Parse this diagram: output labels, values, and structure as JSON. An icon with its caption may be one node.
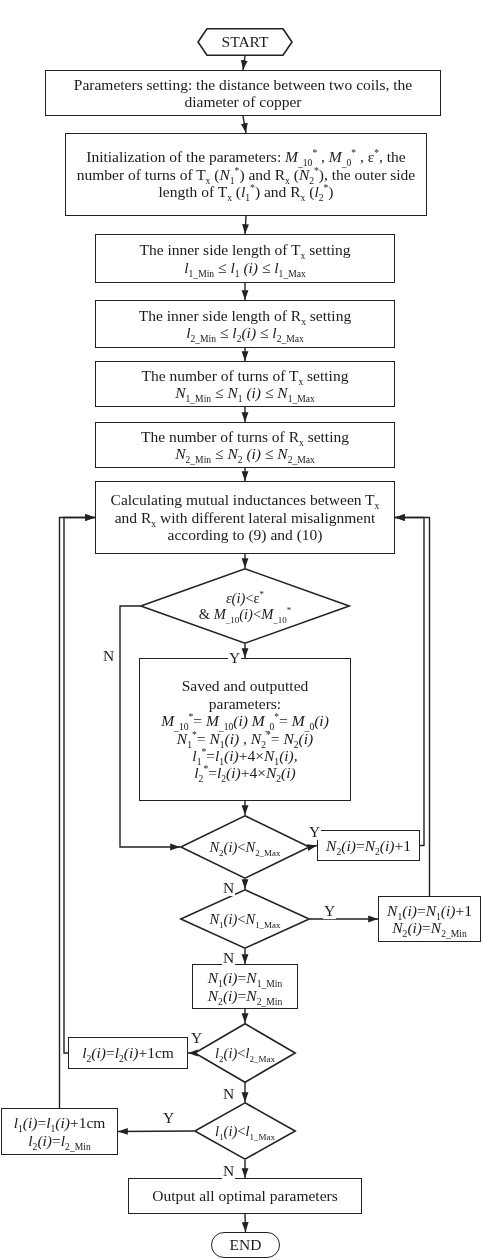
{
  "diagram": {
    "nodes": [
      {
        "text": [
          "START"
        ]
      },
      {
        "text": [
          "Parameters setting: the distance between two coils, the diameter of copper"
        ]
      },
      {
        "text": [
          "Initialization of the parameters: *M*$_{_10}$$^{*}$ , *M*$_{_0}$$^{*}$ , ε$^{*}$, the number of turns of T$_{x}$ (*N*$_{1}$$^{*}$) and R$_{x}$ (*N*$_{2}$$^{*}$), the outer side length of T$_{x}$ (*l*$_{1}$$^{*}$) and R$_{x}$ (*l*$_{2}$$^{*}$)"
        ]
      },
      {
        "text": [
          "The inner side length of T$_{x}$ setting",
          "*l*$_{1_Min}$ ≤ *l*$_{1}$ *(i)* ≤ *l*$_{1_Max}$"
        ]
      },
      {
        "text": [
          "The inner side length of R$_{x}$ setting",
          "*l*$_{2_Min}$ ≤ *l*$_{2}$*(i)* ≤ *l*$_{2_Max}$"
        ]
      },
      {
        "text": [
          "The number of turns of T$_{x}$ setting",
          "*N*$_{1_Min}$ ≤ *N*$_{1}$ *(i)* ≤ *N*$_{1_Max}$"
        ]
      },
      {
        "text": [
          "The number of turns of R$_{x}$ setting",
          "*N*$_{2_Min}$ ≤ *N*$_{2}$ *(i)* ≤ *N*$_{2_Max}$"
        ]
      },
      {
        "text": [
          "Calculating mutual inductances between T$_{x}$ and R$_{x}$ with different lateral misalignment according to (9) and (10)"
        ]
      },
      {
        "text": [
          "*ε(i)*<ε$^{*}$",
          "& *M*$_{_10}$*(i)*<*M*$_{_10}$$^{*}$"
        ]
      },
      {
        "text": [
          "Saved and outputted parameters:",
          "*M*$_{_10}$$^{*}$= *M*$_{_10}$*(i)* *M*$_{_0}$$^{*}$= *M*$_{_0}$*(i)*",
          "*N*$_{1}$$^{*}$= *N*$_{1}$*(i)* , *N*$_{2}$$^{*}$= *N*$_{2}$*(i)*",
          "*l*$_{1}$$^{*}$=*l*$_{1}$*(i)*+4×*N*$_{1}$*(i)*, *l*$_{2}$$^{*}$=*l*$_{2}$*(i)*+4×*N*$_{2}$*(i)*"
        ]
      },
      {
        "text": [
          "*N*$_{2}$*(i)*<*N*$_{2_Max}$"
        ]
      },
      {
        "text": [
          "*N*$_{2}$*(i)*=*N*$_{2}$*(i)*+1"
        ]
      },
      {
        "text": [
          "*N*$_{1}$*(i)*<*N*$_{1_Max}$"
        ]
      },
      {
        "text": [
          "*N*$_{1}$*(i)*=*N*$_{1}$*(i)*+1",
          "*N*$_{2}$*(i)*=*N*$_{2_Min}$"
        ]
      },
      {
        "text": [
          "*N*$_{1}$*(i)*=*N*$_{1_Min}$",
          "*N*$_{2}$*(i)*=*N*$_{2_Min}$"
        ]
      },
      {
        "text": [
          "*l*$_{2}$*(i)*<*l*$_{2_Max}$"
        ]
      },
      {
        "text": [
          "*l*$_{2}$*(i)*=*l*$_{2}$*(i)*+1cm"
        ]
      },
      {
        "text": [
          "*l*$_{1}$*(i)*<*l*$_{1_Max}$"
        ]
      },
      {
        "text": [
          "*l*$_{1}$*(i)*=*l*$_{1}$*(i)*+1cm",
          "*l*$_{2}$*(i)*=*l*$_{2_Min}$"
        ]
      },
      {
        "text": [
          "Output all optimal parameters"
        ]
      },
      {
        "text": [
          "END"
        ]
      }
    ],
    "edges": [
      {
        "from": 0,
        "to": 1,
        "arrow": "to"
      },
      {
        "from": 1,
        "to": 2,
        "arrow": "to"
      },
      {
        "from": 2,
        "to": 3,
        "arrow": "to"
      },
      {
        "from": 3,
        "to": 4,
        "arrow": "to"
      },
      {
        "from": 4,
        "to": 5,
        "arrow": "to"
      },
      {
        "from": 5,
        "to": 6,
        "arrow": "to"
      },
      {
        "from": 6,
        "to": 7,
        "arrow": "to"
      },
      {
        "from": 7,
        "to": 8,
        "arrow": "to"
      },
      {
        "from": 8,
        "to": 9,
        "arrow": "to",
        "label": "Y"
      },
      {
        "from": 8,
        "to": 10,
        "arrow": "to",
        "label": "N"
      },
      {
        "from": 9,
        "to": 10,
        "arrow": "to"
      },
      {
        "from": 10,
        "to": 11,
        "arrow": "to",
        "label": "Y"
      },
      {
        "from": 11,
        "to": 7,
        "arrow": "to"
      },
      {
        "from": 10,
        "to": 12,
        "arrow": "to",
        "label": "N"
      },
      {
        "from": 12,
        "to": 13,
        "arrow": "to",
        "label": "Y"
      },
      {
        "from": 13,
        "to": 7,
        "arrow": "to"
      },
      {
        "from": 12,
        "to": 14,
        "arrow": "to",
        "label": "N"
      },
      {
        "from": 14,
        "to": 15,
        "arrow": "to"
      },
      {
        "from": 15,
        "to": 16,
        "arrow": "to",
        "label": "Y"
      },
      {
        "from": 16,
        "to": 7,
        "arrow": "to"
      },
      {
        "from": 15,
        "to": 17,
        "arrow": "to",
        "label": "N"
      },
      {
        "from": 17,
        "to": 18,
        "arrow": "to",
        "label": "Y"
      },
      {
        "from": 18,
        "to": 7,
        "arrow": "to"
      },
      {
        "from": 17,
        "to": 19,
        "arrow": "to",
        "label": "N"
      },
      {
        "from": 19,
        "to": 20,
        "arrow": "to"
      }
    ]
  }
}
